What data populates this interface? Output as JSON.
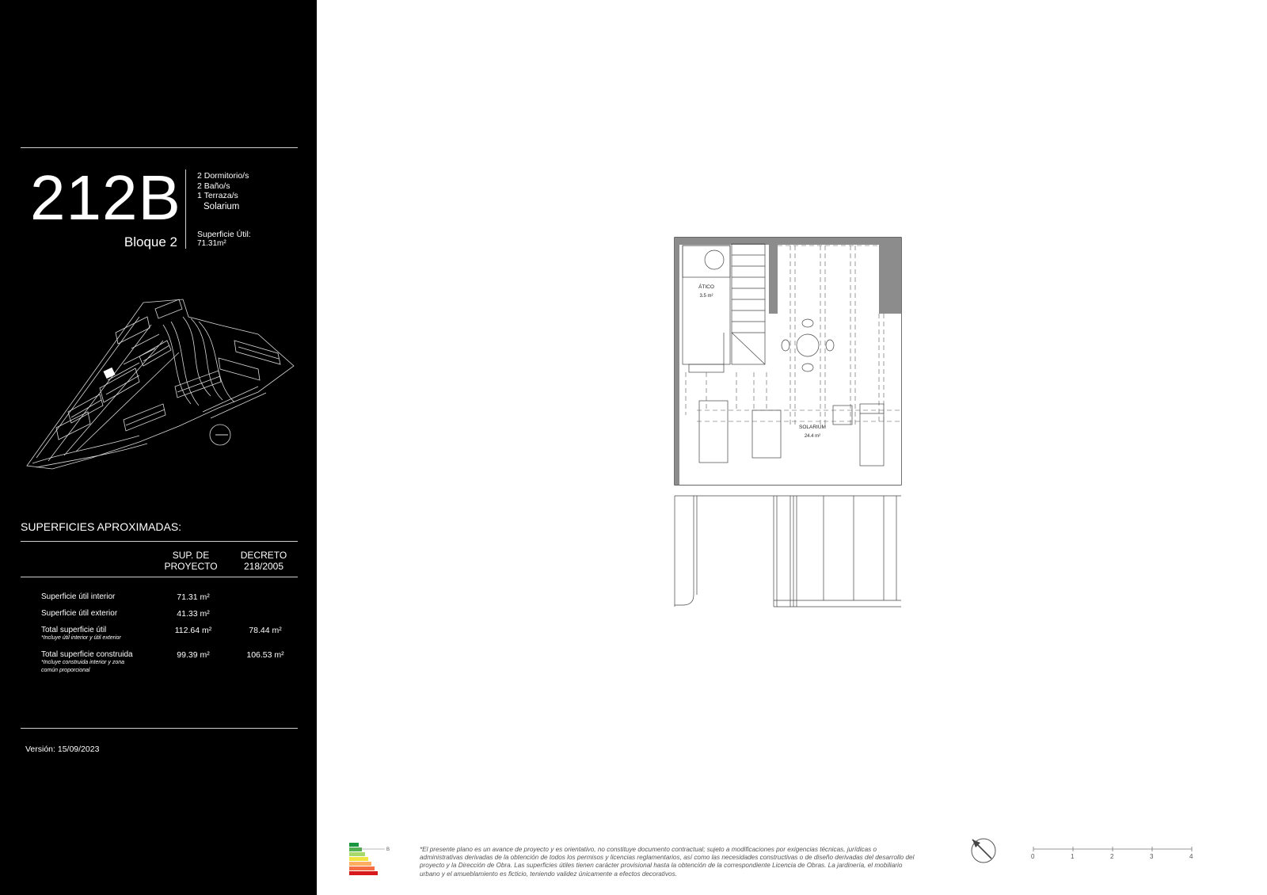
{
  "unit": {
    "code": "212B",
    "block": "Bloque 2",
    "features": [
      "2 Dormitorio/s",
      "2 Baño/s",
      "1 Terraza/s"
    ],
    "extra": "Solarium",
    "usable_area_label": "Superficie Útil:",
    "usable_area_value": "71.31m²"
  },
  "surfaces": {
    "title": "SUPERFICIES APROXIMADAS:",
    "col_project": "SUP. DE\nPROYECTO",
    "col_decree": "DECRETO\n218/2005",
    "rows": [
      {
        "label": "Superficie útil interior",
        "note": "",
        "project": "71.31 m²",
        "decree": ""
      },
      {
        "label": "Superficie útil exterior",
        "note": "",
        "project": "41.33 m²",
        "decree": ""
      },
      {
        "label": "Total superficie útil",
        "note": "*Incluye útil interior y útil exterior",
        "project": "112.64 m²",
        "decree": "78.44 m²"
      },
      {
        "label": "Total superficie construida",
        "note": "*Incluye construida interior y zona\ncomún proporcional",
        "project": "99.39 m²",
        "decree": "106.53 m²"
      }
    ]
  },
  "version": "Versión: 15/09/2023",
  "plan": {
    "rooms": [
      {
        "name": "ÁTICO",
        "area": "3.5 m²"
      },
      {
        "name": "SOLARIUM",
        "area": "24.4 m²"
      }
    ]
  },
  "energy_label": {
    "rating_letter": "B"
  },
  "disclaimer": "*El presente plano es un avance de proyecto y es orientativo, no constituye documento contractual; sujeto a modificaciones por exigencias técnicas, jurídicas o administrativas derivadas de la obtención de todos los permisos y licencias reglamentarios, así como las necesidades constructivas o de diseño derivadas del desarrollo del proyecto y la Dirección de Obra. Las superficies útiles tienen carácter provisional hasta la obtención de la correspondiente Licencia de Obras. La jardinería, el mobiliario urbano y el amueblamiento es ficticio, teniendo validez únicamente a efectos decorativos.",
  "scale": {
    "ticks": [
      "0",
      "1",
      "2",
      "3",
      "4"
    ]
  },
  "icons": {
    "compass": "north-arrow-icon",
    "energy": "energy-rating-icon",
    "site": "site-map-icon"
  }
}
